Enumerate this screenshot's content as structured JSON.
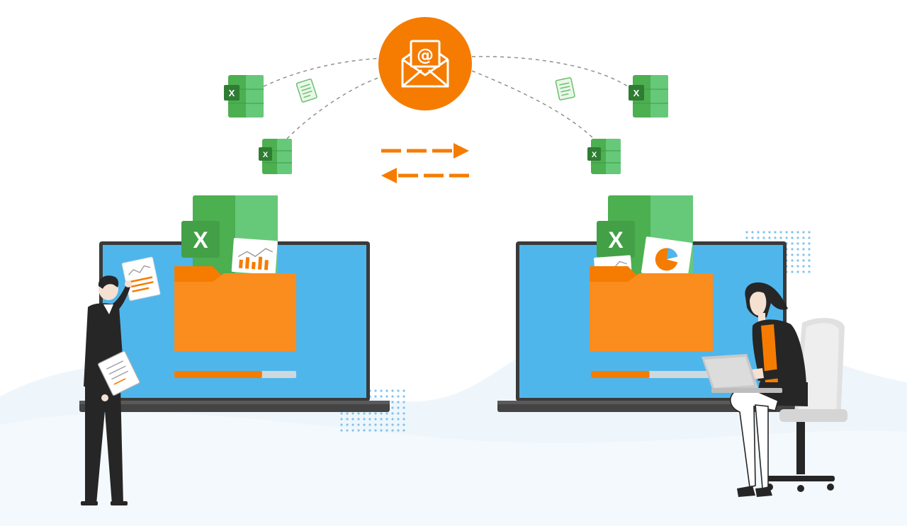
{
  "colors": {
    "orange": "#f57c00",
    "excel_green": "#4caf50",
    "excel_dark": "#2e7d32",
    "excel_light": "#66c97a",
    "screen_blue": "#4fb6ec",
    "laptop_frame": "#3a3a3a",
    "ground": "#eef6fc",
    "dots": "#7fc4ee",
    "dark_figure": "#262626"
  },
  "icons": {
    "email_hub": "envelope-at-icon",
    "file_icon": "excel-file-icon",
    "document_icon": "document-icon",
    "transfer": "bidirectional-arrows-icon"
  },
  "excel_letter": "X",
  "email_symbol": "@",
  "left_progress": 0.72,
  "right_progress": 0.48
}
